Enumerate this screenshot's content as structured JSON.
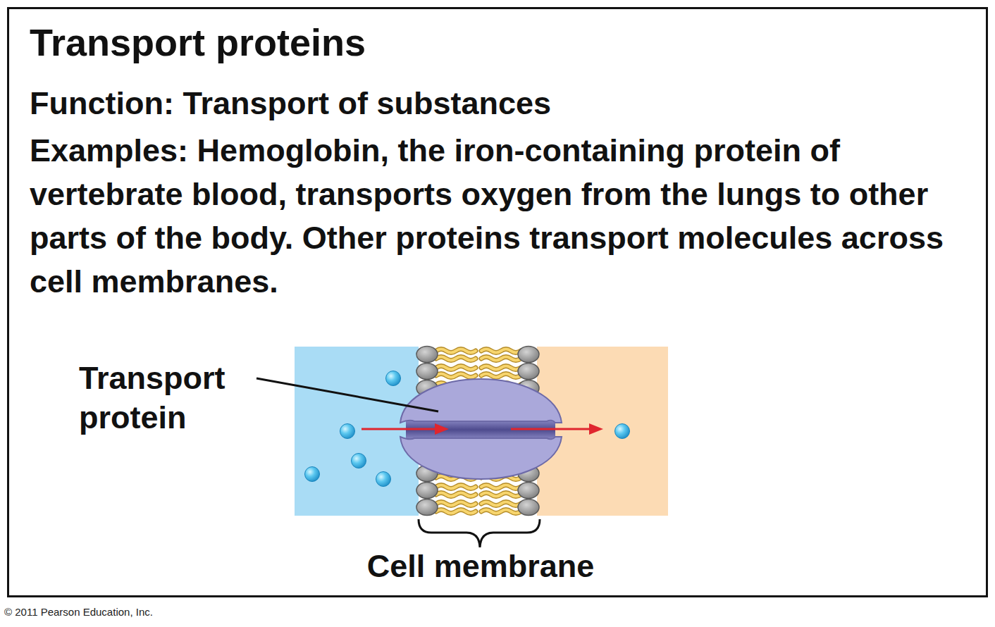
{
  "diagram": {
    "title": "Transport proteins",
    "nodes": [
      {
        "text": [
          "Function: Transport of substances",
          "Examples: Hemoglobin, the iron-containing protein of vertebrate blood, transports oxygen from the lungs to other parts of the body. Other proteins transport molecules across cell membranes."
        ]
      }
    ],
    "labels": [
      "Transport protein",
      "Cell membrane",
      "© 2011 Pearson Education, Inc."
    ]
  }
}
